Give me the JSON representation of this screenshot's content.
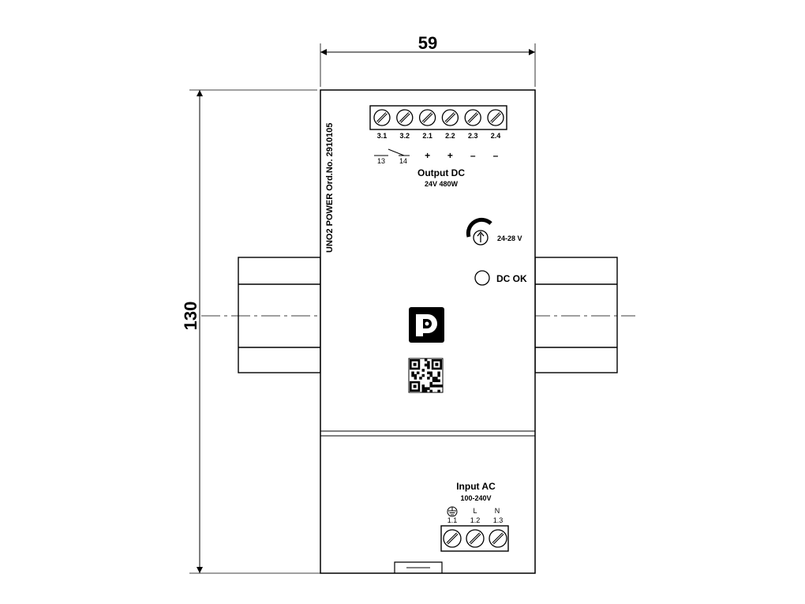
{
  "dimensions": {
    "width_label": "59",
    "height_label": "130"
  },
  "device": {
    "vertical_label": "UNO2 POWER Ord.No. 2910105",
    "output_title": "Output DC",
    "output_rating": "24V 480W",
    "adjust_label": "24-28 V",
    "status_label": "DC OK",
    "input_title": "Input AC",
    "input_rating": "100-240V"
  },
  "output_terminals": [
    {
      "id": "3.1",
      "symbol": ""
    },
    {
      "id": "3.2",
      "symbol": ""
    },
    {
      "id": "2.1",
      "symbol": "+"
    },
    {
      "id": "2.2",
      "symbol": "+"
    },
    {
      "id": "2.3",
      "symbol": "–"
    },
    {
      "id": "2.4",
      "symbol": "–"
    }
  ],
  "relay_contacts": {
    "left": "13",
    "right": "14"
  },
  "input_terminals": [
    {
      "id": "1.1",
      "symbol": "ground-icon"
    },
    {
      "id": "1.2",
      "symbol": "L"
    },
    {
      "id": "1.3",
      "symbol": "N"
    }
  ],
  "icons": [
    "potentiometer-icon",
    "led-icon",
    "brand-logo-icon",
    "qr-code-icon",
    "ground-icon"
  ]
}
